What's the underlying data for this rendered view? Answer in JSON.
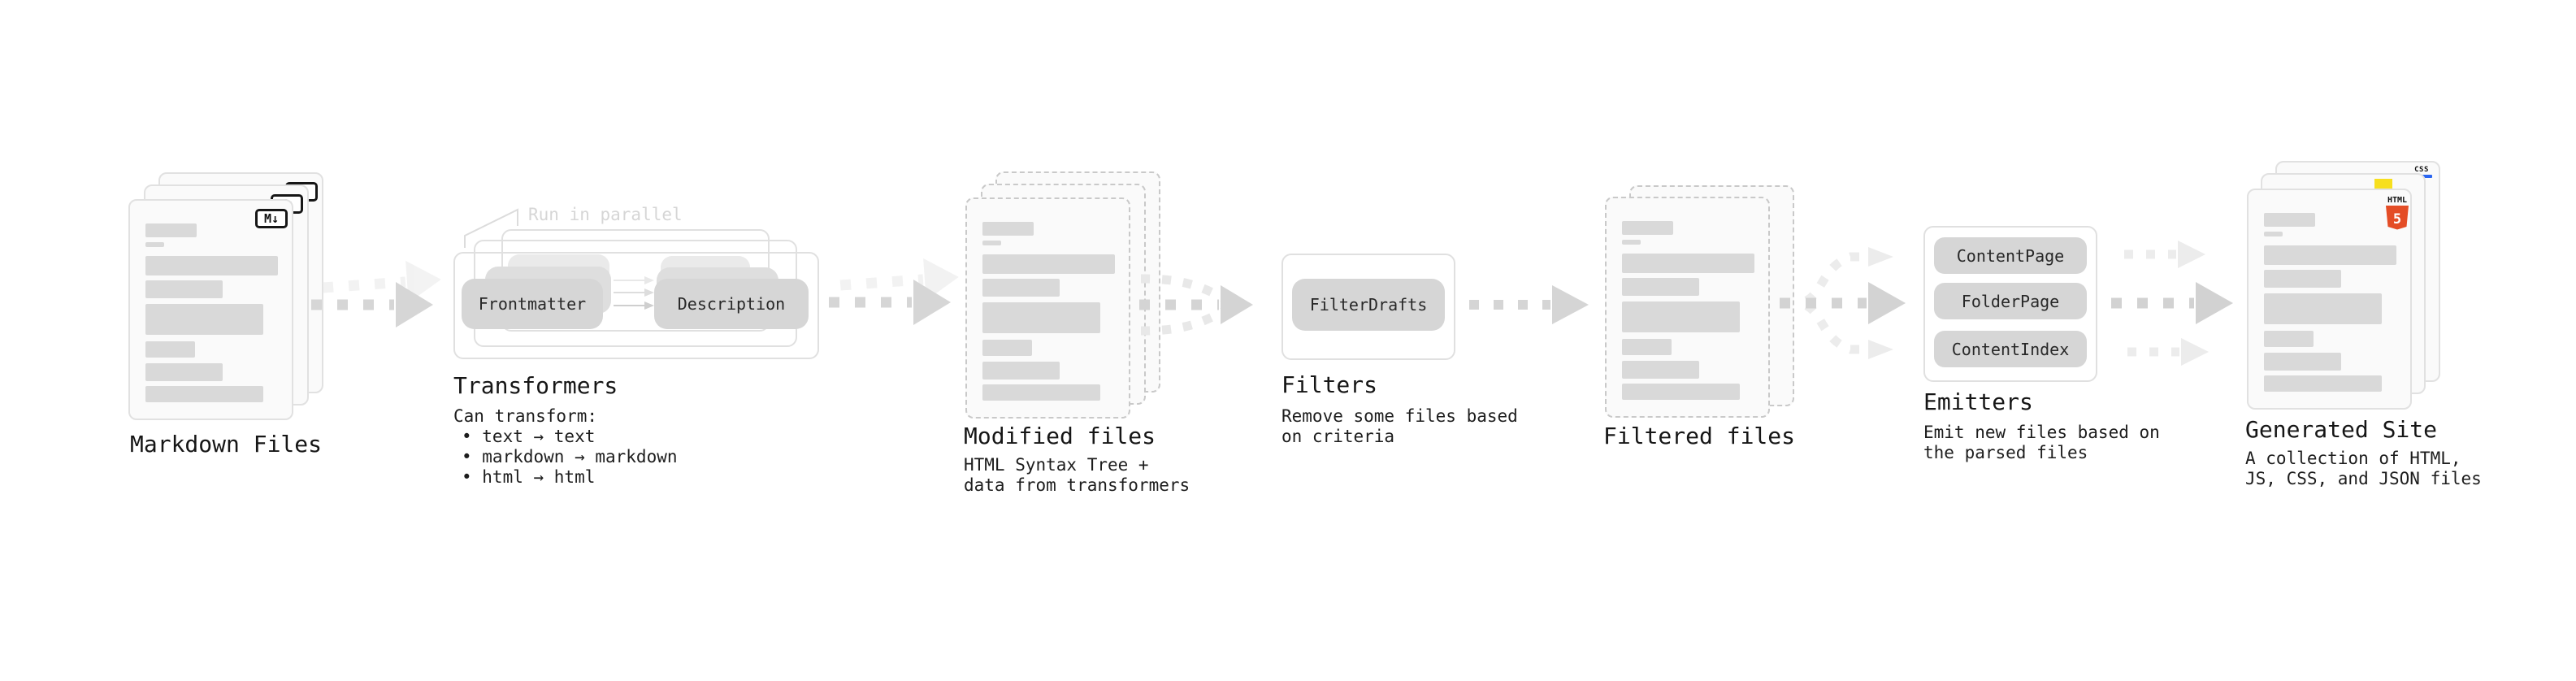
{
  "stages": {
    "markdown": {
      "label": "Markdown Files",
      "badge": "M↓"
    },
    "transformers": {
      "annotation": "Run in parallel",
      "button1": "Frontmatter",
      "button2": "Description",
      "label": "Transformers",
      "desc_title": "Can transform:",
      "bullet1": "• text → text",
      "bullet2": "• markdown → markdown",
      "bullet3": "• html → html"
    },
    "modified": {
      "label": "Modified files",
      "desc1": "HTML Syntax Tree +",
      "desc2": "data from transformers"
    },
    "filters": {
      "button": "FilterDrafts",
      "label": "Filters",
      "desc1": "Remove some files based",
      "desc2": "on criteria"
    },
    "filtered": {
      "label": "Filtered files"
    },
    "emitters": {
      "button1": "ContentPage",
      "button2": "FolderPage",
      "button3": "ContentIndex",
      "label": "Emitters",
      "desc1": "Emit new files based on",
      "desc2": "the parsed files"
    },
    "generated": {
      "label": "Generated Site",
      "desc1": "A collection of HTML,",
      "desc2": "JS, CSS, and JSON files",
      "css_badge": "CSS",
      "html_badge": "HTML",
      "html_number": "5"
    }
  },
  "colors": {
    "html5": "#e44d26",
    "javascript": "#f7df1e",
    "css_accent": "#2965f1"
  }
}
